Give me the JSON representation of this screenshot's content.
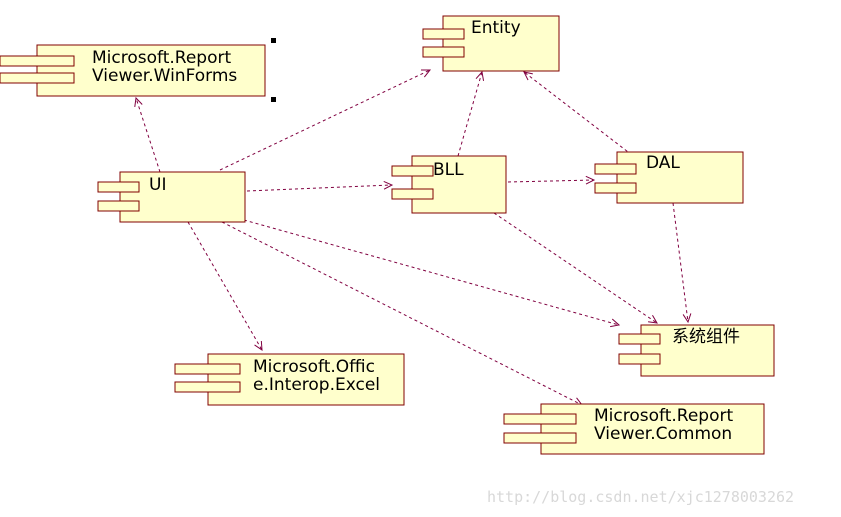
{
  "components": {
    "entity": {
      "lines": [
        "Entity"
      ]
    },
    "report_winforms": {
      "lines": [
        "Microsoft.Report",
        "Viewer.WinForms"
      ]
    },
    "ui": {
      "lines": [
        "UI"
      ]
    },
    "bll": {
      "lines": [
        "BLL"
      ]
    },
    "dal": {
      "lines": [
        "DAL"
      ]
    },
    "system_components": {
      "lines": [
        "系统组件"
      ]
    },
    "office_excel": {
      "lines": [
        "Microsoft.Offic",
        "e.Interop.Excel"
      ]
    },
    "report_common": {
      "lines": [
        "Microsoft.Report",
        "Viewer.Common"
      ]
    }
  },
  "dependencies": [
    {
      "from": "ui",
      "to": "report_winforms"
    },
    {
      "from": "ui",
      "to": "entity"
    },
    {
      "from": "ui",
      "to": "bll"
    },
    {
      "from": "ui",
      "to": "system_components"
    },
    {
      "from": "ui",
      "to": "office_excel"
    },
    {
      "from": "ui",
      "to": "report_common"
    },
    {
      "from": "bll",
      "to": "entity"
    },
    {
      "from": "bll",
      "to": "dal"
    },
    {
      "from": "bll",
      "to": "system_components"
    },
    {
      "from": "dal",
      "to": "entity"
    },
    {
      "from": "dal",
      "to": "system_components"
    }
  ],
  "watermark": "http://blog.csdn.net/xjc1278003262",
  "colors": {
    "component_fill": "#ffffcc",
    "component_border": "#800000",
    "dependency_line": "#800040"
  }
}
